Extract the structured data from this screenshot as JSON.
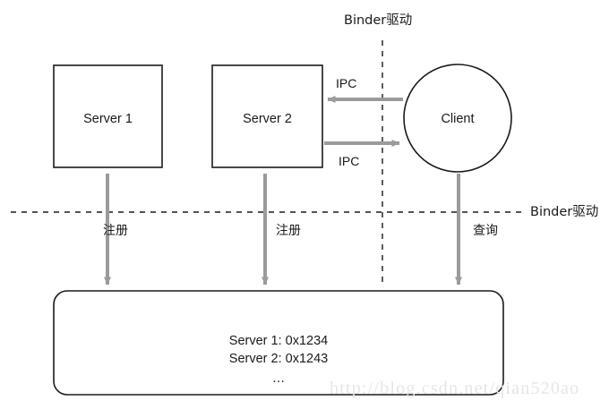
{
  "diagram": {
    "title_top": "Binder驱动",
    "boundary_right_label": "Binder驱动",
    "nodes": {
      "server1": "Server 1",
      "server2": "Server 2",
      "client": "Client"
    },
    "edges": {
      "ipc_top": "IPC",
      "ipc_bottom": "IPC",
      "server1_register": "注册",
      "server2_register": "注册",
      "client_query": "查询"
    },
    "registry": {
      "line1": "Server 1: 0x1234",
      "line2": "Server 2: 0x1243",
      "line3": "…"
    },
    "watermark": "http://blog.csdn.net/qian520ao",
    "colors": {
      "stroke": "#1a1a1a",
      "arrow": "#9b9b9b",
      "dashed": "#1a1a1a",
      "text": "#1a1a1a",
      "watermark": "#e6e6e6",
      "background": "#ffffff"
    }
  }
}
